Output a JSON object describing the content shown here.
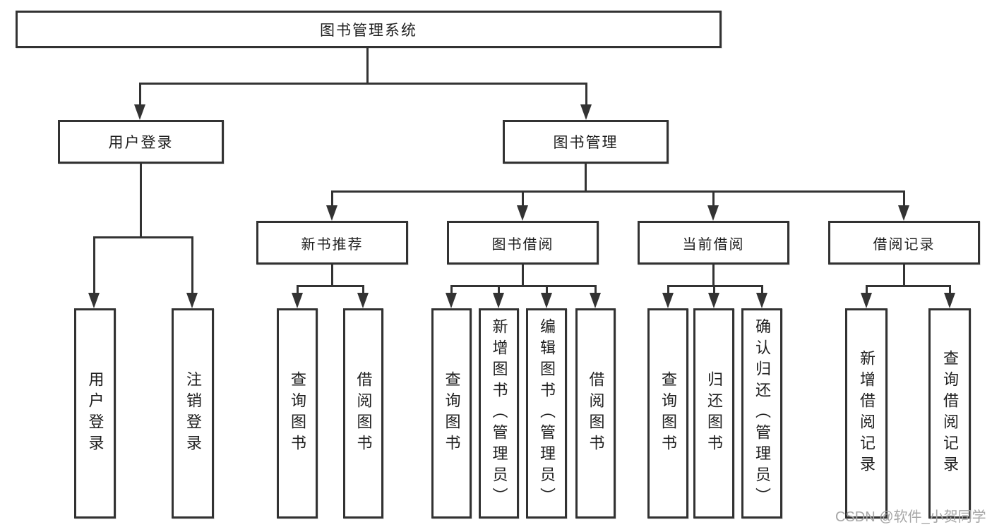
{
  "diagram_title": "图书管理系统",
  "watermark": "CSDN @软件_小贺同学",
  "colors": {
    "line": "#333333",
    "box_border": "#323232",
    "text": "#1f1f1f",
    "watermark": "#a6a6a6",
    "background": "#ffffff"
  },
  "nodes": {
    "root": {
      "label": "图书管理系统"
    },
    "level2": [
      {
        "label": "用户登录"
      },
      {
        "label": "图书管理"
      }
    ],
    "level3": [
      {
        "label": "新书推荐"
      },
      {
        "label": "图书借阅"
      },
      {
        "label": "当前借阅"
      },
      {
        "label": "借阅记录"
      }
    ],
    "leaves": {
      "user_login": [
        {
          "label": "用户登录"
        },
        {
          "label": "注销登录"
        }
      ],
      "new_book_recommend": [
        {
          "label": "查询图书"
        },
        {
          "label": "借阅图书"
        }
      ],
      "book_borrow": [
        {
          "label": "查询图书"
        },
        {
          "label": "新增图书（管理员）"
        },
        {
          "label": "编辑图书（管理员）"
        },
        {
          "label": "借阅图书"
        }
      ],
      "current_borrow": [
        {
          "label": "查询图书"
        },
        {
          "label": "归还图书"
        },
        {
          "label": "确认归还（管理员）"
        }
      ],
      "borrow_records": [
        {
          "label": "新增借阅记录"
        },
        {
          "label": "查询借阅记录"
        }
      ]
    }
  }
}
